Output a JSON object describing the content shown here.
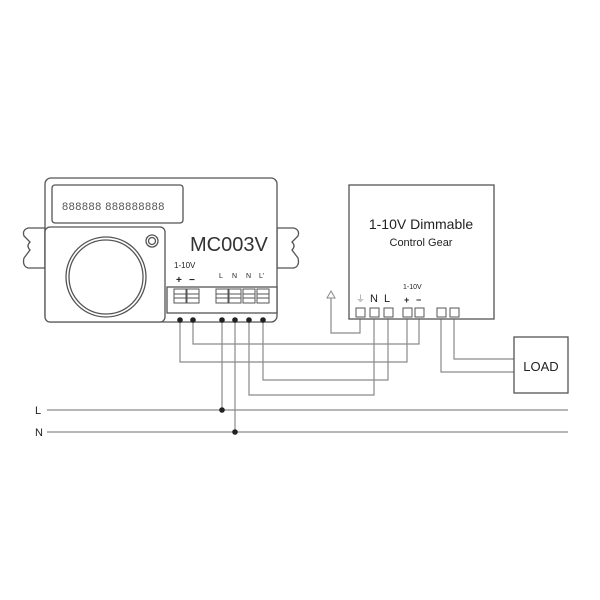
{
  "sensor": {
    "model": "MC003V",
    "label_strip": "888888 888888888",
    "dim_label": "1-10V",
    "plus": "+",
    "minus": "−",
    "terminals": [
      "L",
      "N",
      "N",
      "L'"
    ]
  },
  "control_gear": {
    "title": "1-10V Dimmable",
    "subtitle": "Control Gear",
    "ground_symbol": "⏚",
    "n": "N",
    "l": "L",
    "dim_label": "1-10V",
    "plus": "+",
    "minus": "−"
  },
  "load": {
    "label": "LOAD"
  },
  "mains": {
    "l": "L",
    "n": "N"
  },
  "colors": {
    "wire": "#8a8a8a",
    "outline": "#555555"
  }
}
